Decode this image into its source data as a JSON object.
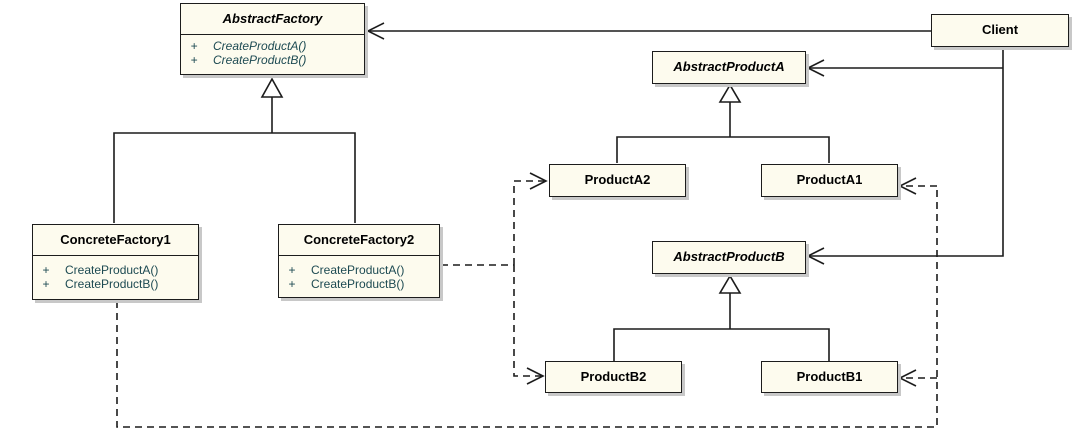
{
  "diagram": {
    "classes": {
      "abstract_factory": {
        "name": "AbstractFactory",
        "abstract": true,
        "ops": [
          {
            "vis": "+",
            "name": "CreateProductA()"
          },
          {
            "vis": "+",
            "name": "CreateProductB()"
          }
        ]
      },
      "concrete_factory1": {
        "name": "ConcreteFactory1",
        "abstract": false,
        "ops": [
          {
            "vis": "+",
            "name": "CreateProductA()"
          },
          {
            "vis": "+",
            "name": "CreateProductB()"
          }
        ]
      },
      "concrete_factory2": {
        "name": "ConcreteFactory2",
        "abstract": false,
        "ops": [
          {
            "vis": "+",
            "name": "CreateProductA()"
          },
          {
            "vis": "+",
            "name": "CreateProductB()"
          }
        ]
      },
      "client": {
        "name": "Client",
        "abstract": false
      },
      "abstract_product_a": {
        "name": "AbstractProductA",
        "abstract": true
      },
      "product_a2": {
        "name": "ProductA2",
        "abstract": false
      },
      "product_a1": {
        "name": "ProductA1",
        "abstract": false
      },
      "abstract_product_b": {
        "name": "AbstractProductB",
        "abstract": true
      },
      "product_b2": {
        "name": "ProductB2",
        "abstract": false
      },
      "product_b1": {
        "name": "ProductB1",
        "abstract": false
      }
    },
    "relations": [
      {
        "type": "association",
        "from": "Client",
        "to": "AbstractFactory"
      },
      {
        "type": "association",
        "from": "Client",
        "to": "AbstractProductA"
      },
      {
        "type": "association",
        "from": "Client",
        "to": "AbstractProductB"
      },
      {
        "type": "generalization",
        "from": "ConcreteFactory1",
        "to": "AbstractFactory"
      },
      {
        "type": "generalization",
        "from": "ConcreteFactory2",
        "to": "AbstractFactory"
      },
      {
        "type": "generalization",
        "from": "ProductA2",
        "to": "AbstractProductA"
      },
      {
        "type": "generalization",
        "from": "ProductA1",
        "to": "AbstractProductA"
      },
      {
        "type": "generalization",
        "from": "ProductB2",
        "to": "AbstractProductB"
      },
      {
        "type": "generalization",
        "from": "ProductB1",
        "to": "AbstractProductB"
      },
      {
        "type": "dependency",
        "from": "ConcreteFactory2",
        "to": "ProductA2"
      },
      {
        "type": "dependency",
        "from": "ConcreteFactory2",
        "to": "ProductB2"
      },
      {
        "type": "dependency",
        "from": "ConcreteFactory1",
        "to": "ProductA1"
      },
      {
        "type": "dependency",
        "from": "ConcreteFactory1",
        "to": "ProductB1"
      }
    ],
    "colors": {
      "box_fill": "#fdfbee",
      "line": "#1c1c1c",
      "op_text": "#1d4a52",
      "shadow": "#c8c8c8"
    }
  }
}
